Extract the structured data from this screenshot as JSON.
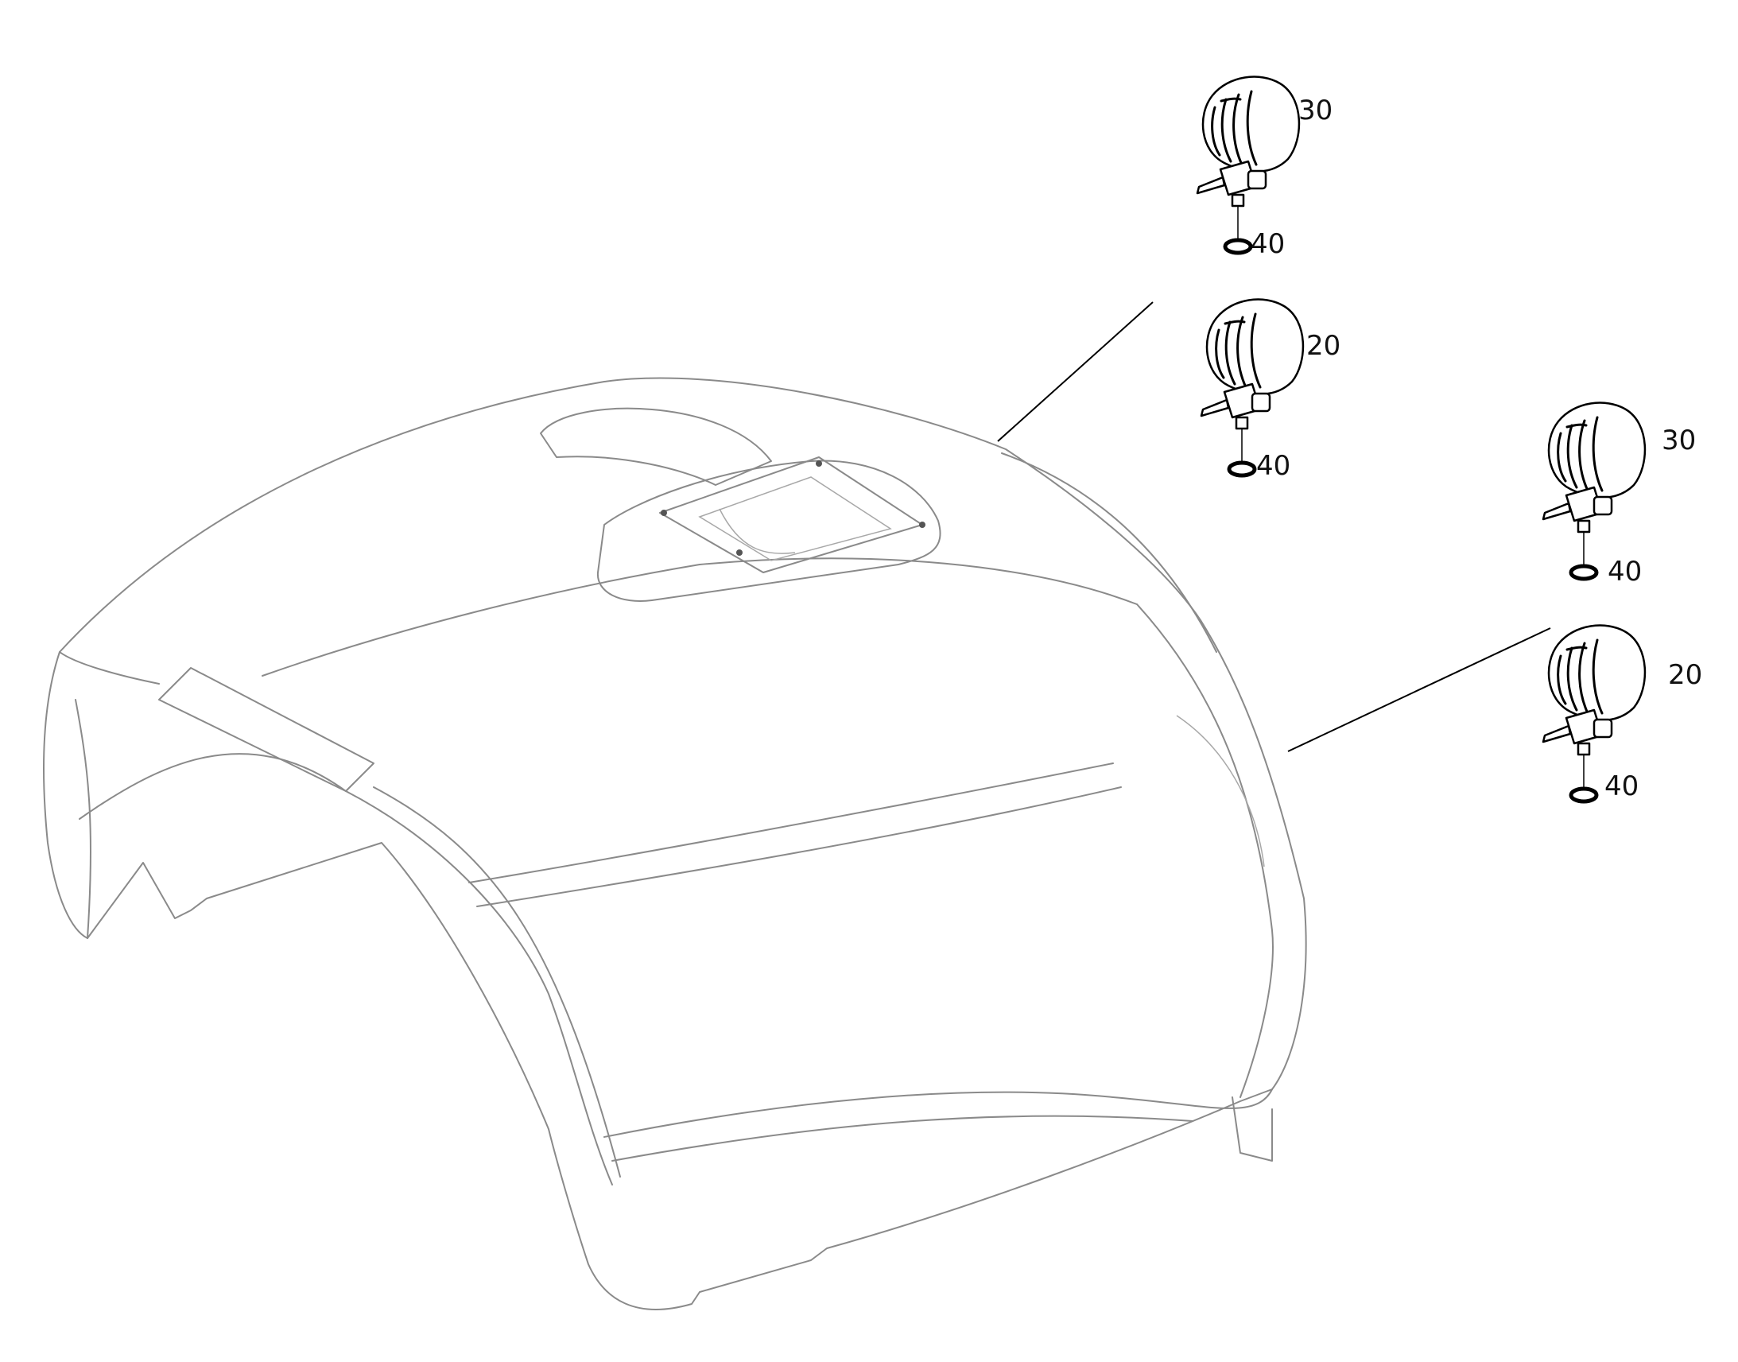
{
  "callouts": {
    "c1": "30",
    "c2": "40",
    "c3": "20",
    "c4": "40",
    "c5": "30",
    "c6": "40",
    "c7": "20",
    "c8": "40"
  }
}
